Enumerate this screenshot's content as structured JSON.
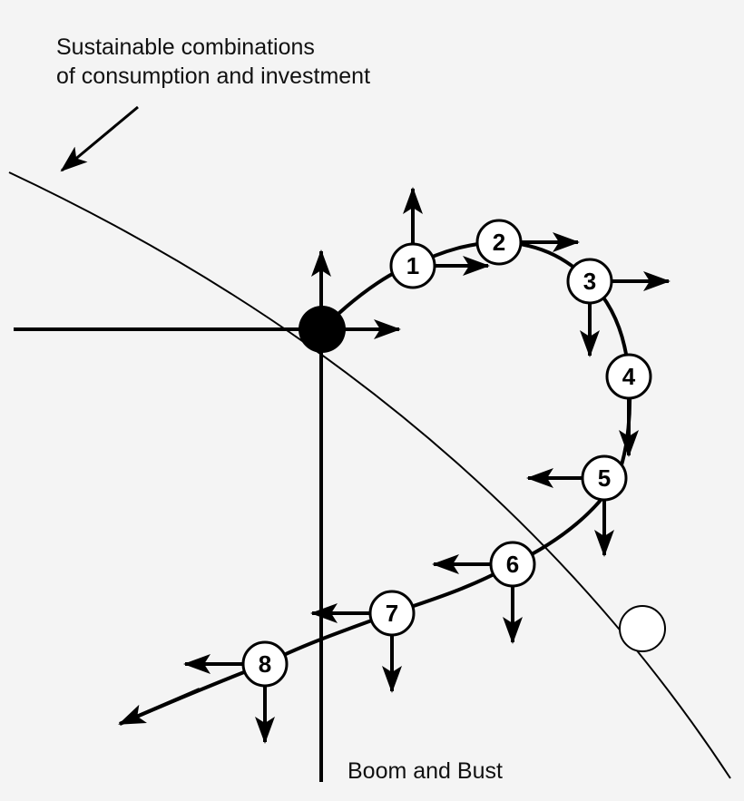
{
  "annotation": {
    "line1": "Sustainable combinations",
    "line2": "of consumption and investment"
  },
  "footer_label": "Boom and Bust",
  "markers": [
    {
      "id": "1",
      "label": "1"
    },
    {
      "id": "2",
      "label": "2"
    },
    {
      "id": "3",
      "label": "3"
    },
    {
      "id": "4",
      "label": "4"
    },
    {
      "id": "5",
      "label": "5"
    },
    {
      "id": "6",
      "label": "6"
    },
    {
      "id": "7",
      "label": "7"
    },
    {
      "id": "8",
      "label": "8"
    }
  ],
  "colors": {
    "background": "#f4f4f4",
    "ink": "#000000",
    "node_fill": "#ffffff"
  }
}
